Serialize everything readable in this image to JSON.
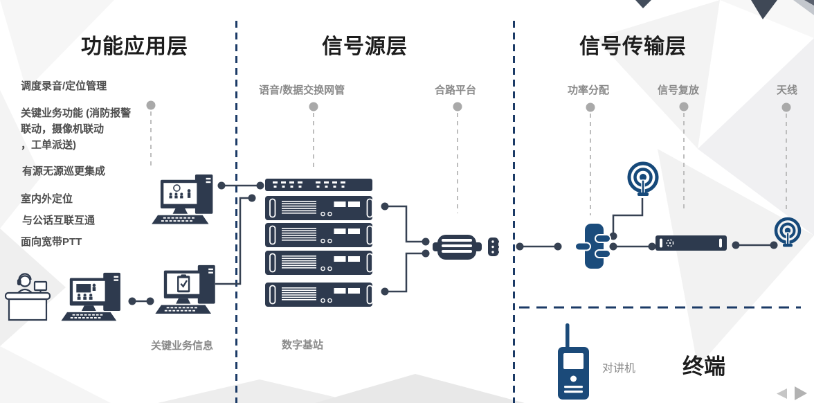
{
  "layers": {
    "application": {
      "title": "功能应用层",
      "features": [
        "调度录音/定位管理",
        "关键业务功能 (消防报警\n联动，摄像机联动\n，工单派送)",
        "有源无源巡更集成",
        "室内外定位",
        "与公话互联互通",
        "面向宽带PTT"
      ],
      "caption": "关键业务信息"
    },
    "source": {
      "title": "信号源层",
      "node_labels": [
        "语音/数据交换网管",
        "合路平台"
      ],
      "caption": "数字基站"
    },
    "transmission": {
      "title": "信号传输层",
      "node_labels": [
        "功率分配",
        "信号复放",
        "天线"
      ],
      "terminal": {
        "title": "终端",
        "device_label": "对讲机"
      }
    }
  },
  "icons": [
    "operator-desk-icon",
    "dispatch-computer-icon",
    "presentation-computer-icon",
    "task-computer-icon",
    "network-switch-icon",
    "server-icon",
    "combiner-icon",
    "power-divider-icon",
    "broadcast-antenna-icon",
    "repeater-icon",
    "walkie-talkie-icon",
    "prev-arrow-icon",
    "next-arrow-icon"
  ],
  "colors": {
    "icon_slate": "#2e3a4e",
    "icon_blue": "#1b4c7c",
    "wire": "#364152",
    "separator_navy": "#1b3a66",
    "leader_gray": "#a9a9a9",
    "title_dark": "#1d1d1d",
    "label_gray": "#8a8a8a"
  }
}
